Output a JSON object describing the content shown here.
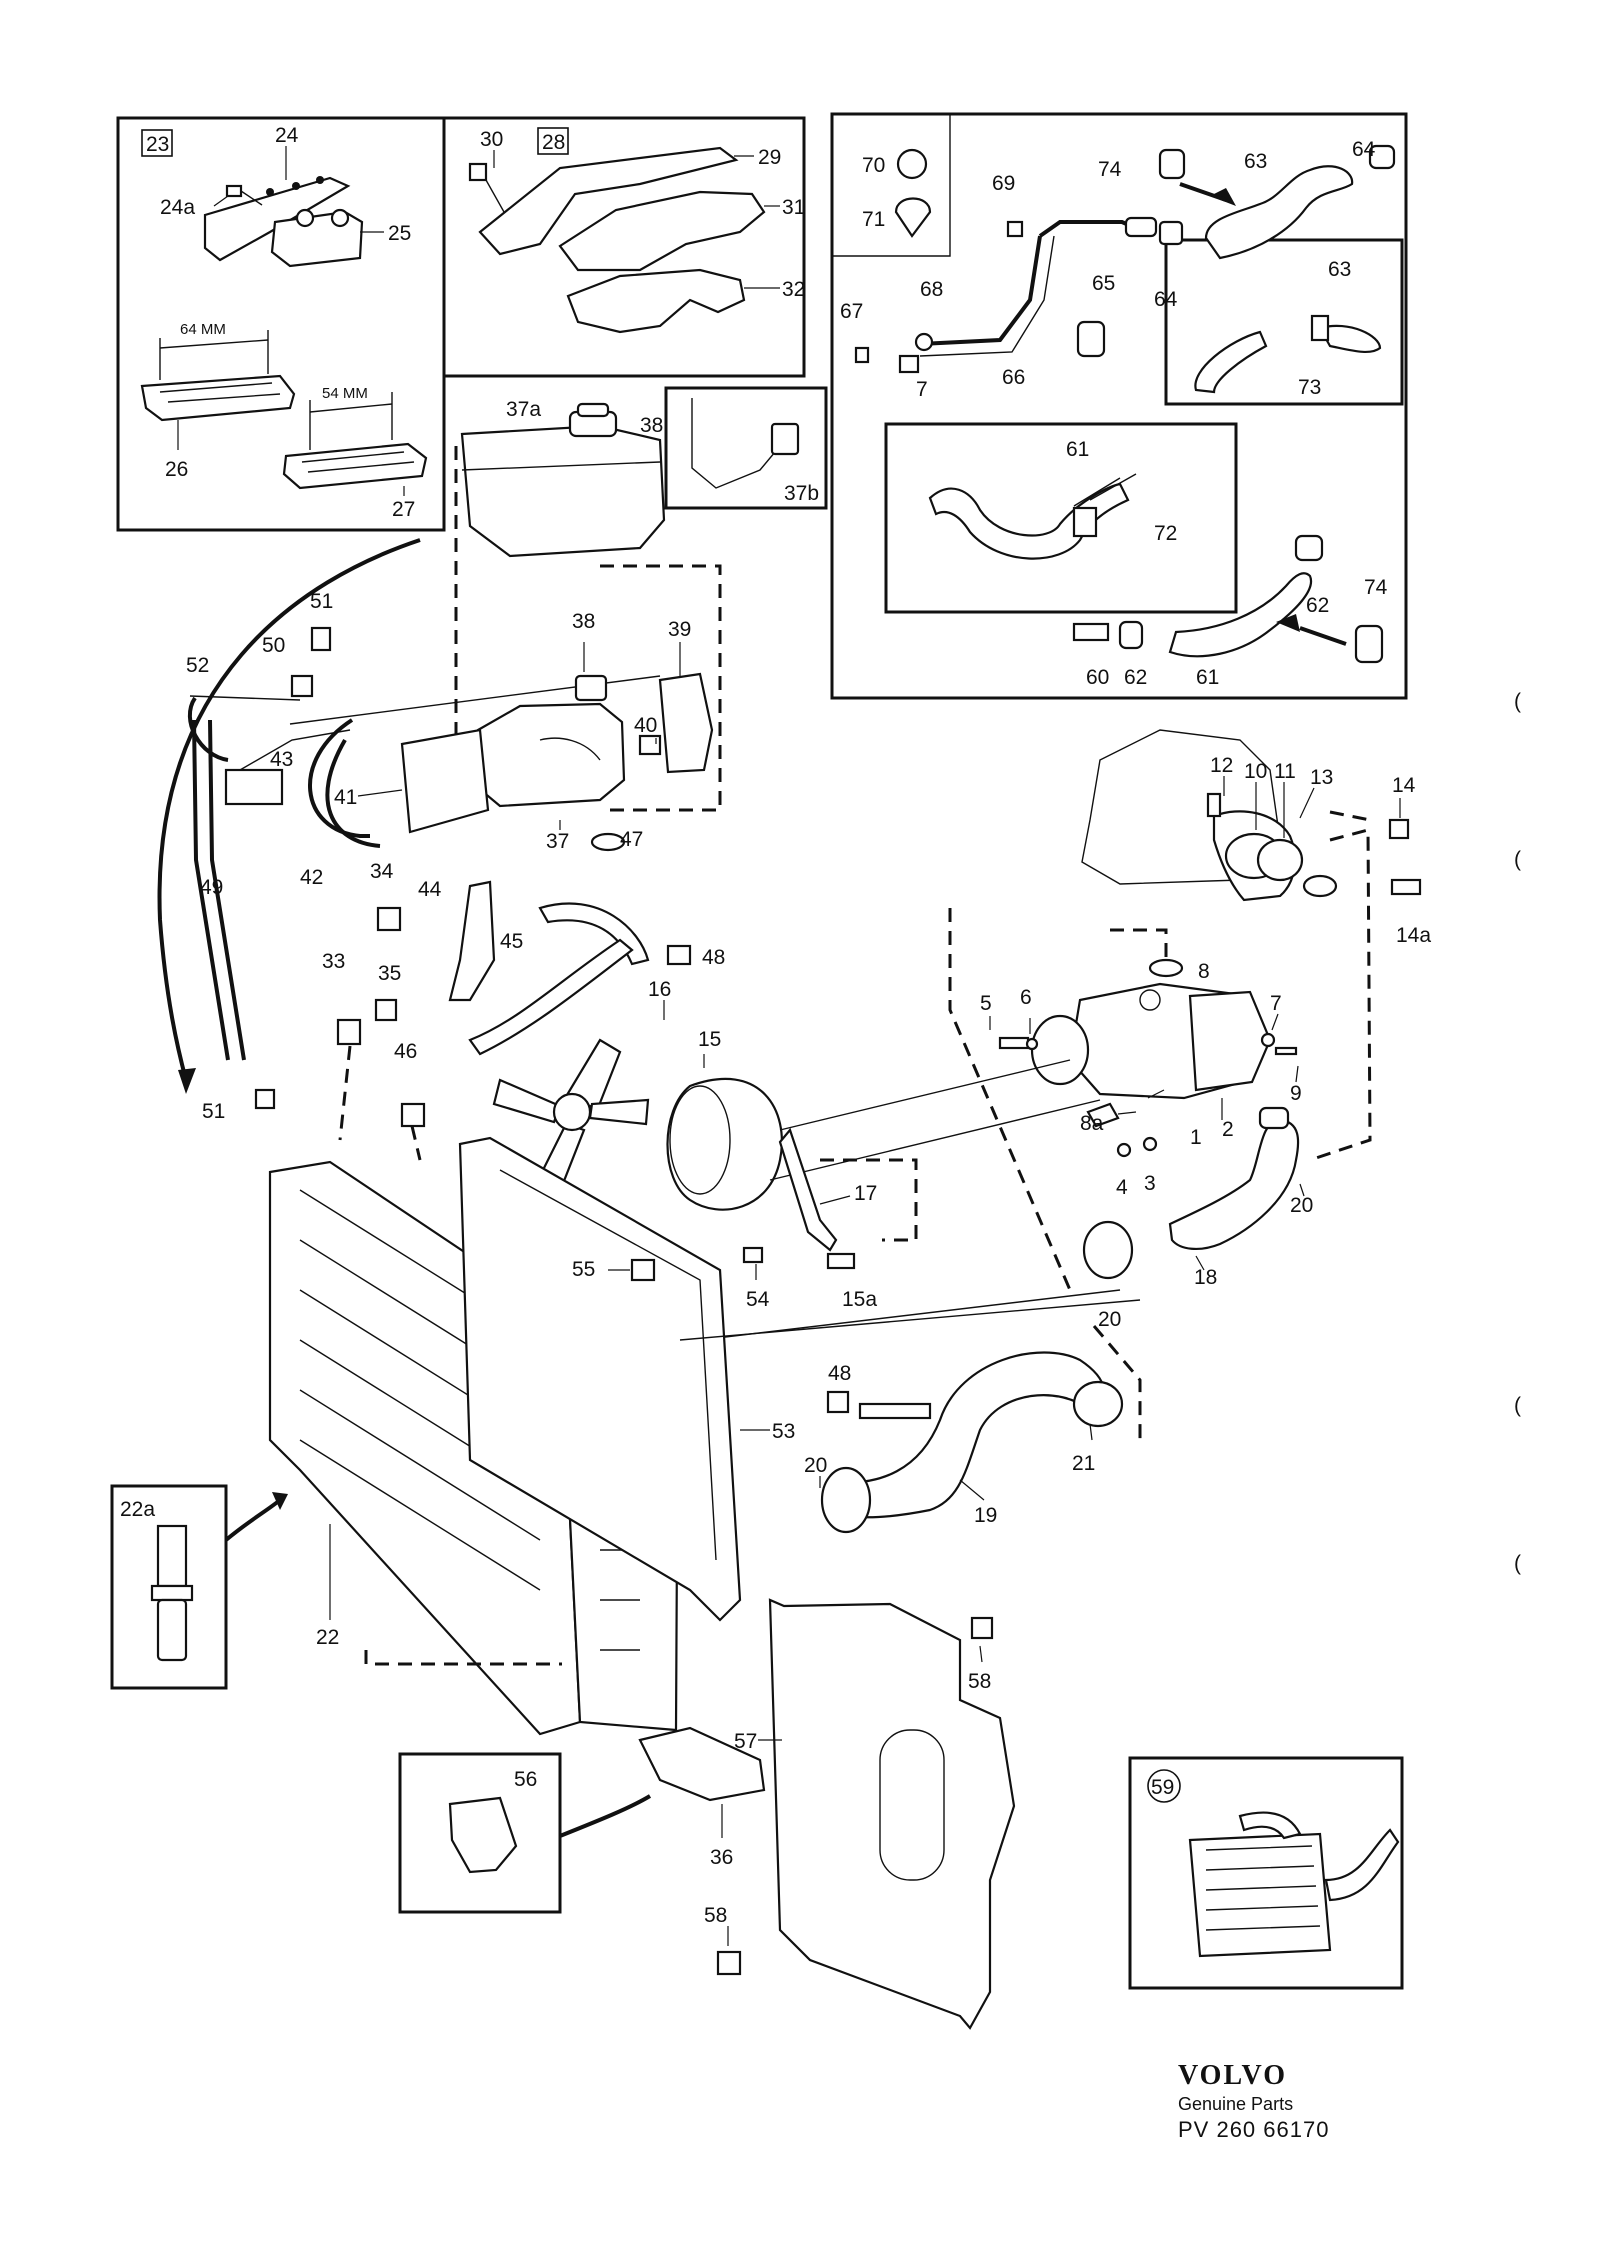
{
  "page": {
    "title": "",
    "brand": {
      "logo_text": "VOLVO",
      "subtitle": "Genuine Parts",
      "code": "PV 260 66170"
    },
    "margin_marks": [
      "(",
      "(",
      "(",
      "("
    ]
  },
  "inset_boxes": {
    "box_23": {
      "label": "23",
      "parts": [
        "24",
        "24a",
        "25",
        "26",
        "27"
      ],
      "dims": [
        "64 MM",
        "54 MM"
      ]
    },
    "box_28": {
      "label": "28",
      "parts": [
        "29",
        "30",
        "31",
        "32"
      ]
    },
    "box_37b": {
      "label": "37b"
    },
    "box_top_right": {
      "parts": [
        "61",
        "62",
        "63",
        "64",
        "65",
        "66",
        "67",
        "68",
        "69",
        "70",
        "71",
        "72",
        "73",
        "74",
        "7",
        "60"
      ]
    },
    "box_56": {
      "label": "56"
    },
    "box_22a": {
      "label": "22a"
    },
    "box_59": {
      "label": "59"
    }
  },
  "labels": {
    "l1": "1",
    "l2": "2",
    "l3": "3",
    "l4": "4",
    "l5": "5",
    "l6": "6",
    "l7": "7",
    "l7b": "7",
    "l8": "8",
    "l8a": "8a",
    "l9": "9",
    "l10": "10",
    "l11": "11",
    "l12": "12",
    "l13": "13",
    "l14": "14",
    "l14a": "14a",
    "l15": "15",
    "l15a": "15a",
    "l16": "16",
    "l17": "17",
    "l18": "18",
    "l19": "19",
    "l20a": "20",
    "l20b": "20",
    "l20c": "20",
    "l21": "21",
    "l22": "22",
    "l22a": "22a",
    "l23": "23",
    "l24": "24",
    "l24a": "24a",
    "l25": "25",
    "l26": "26",
    "l27": "27",
    "l28": "28",
    "l29": "29",
    "l30": "30",
    "l31": "31",
    "l32": "32",
    "l33": "33",
    "l34": "34",
    "l35": "35",
    "l36": "36",
    "l37": "37",
    "l37a": "37a",
    "l37b": "37b",
    "l38a": "38",
    "l38b": "38",
    "l39": "39",
    "l40": "40",
    "l41": "41",
    "l42": "42",
    "l43": "43",
    "l44": "44",
    "l45": "45",
    "l46": "46",
    "l47": "47",
    "l48a": "48",
    "l48b": "48",
    "l49": "49",
    "l50": "50",
    "l51a": "51",
    "l51b": "51",
    "l52": "52",
    "l53": "53",
    "l54": "54",
    "l55": "55",
    "l56": "56",
    "l57": "57",
    "l58a": "58",
    "l58b": "58",
    "l59": "59",
    "l60": "60",
    "l61a": "61",
    "l61b": "61",
    "l62a": "62",
    "l62b": "62",
    "l63a": "63",
    "l63b": "63",
    "l64a": "64",
    "l64b": "64",
    "l65": "65",
    "l66": "66",
    "l67": "67",
    "l68": "68",
    "l69": "69",
    "l70": "70",
    "l71": "71",
    "l72": "72",
    "l73": "73",
    "l74a": "74",
    "l74b": "74",
    "dim64": "64 MM",
    "dim54": "54 MM"
  },
  "colors": {
    "ink": "#111111",
    "paper": "#ffffff"
  }
}
